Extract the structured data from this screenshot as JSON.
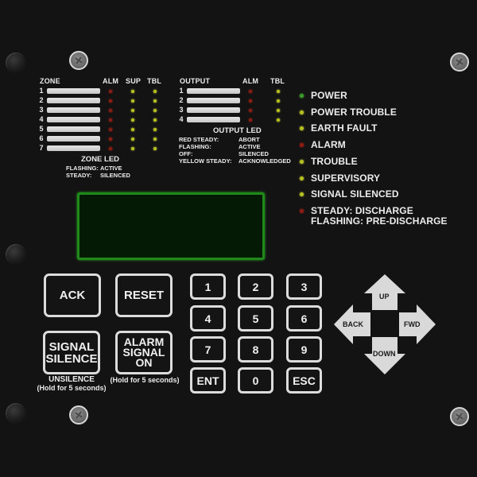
{
  "panel": {
    "background": "#131313",
    "bar_color": "#d8d8d8",
    "lcd_border_color": "#1f8a1a",
    "led_colors": {
      "red": "#c0261a",
      "yellow": "#d6e040",
      "green": "#4fcf3a"
    }
  },
  "zones": {
    "headers": {
      "zone": "ZONE",
      "alm": "ALM",
      "sup": "SUP",
      "tbl": "TBL"
    },
    "rows": [
      {
        "num": "1"
      },
      {
        "num": "2"
      },
      {
        "num": "3"
      },
      {
        "num": "4"
      },
      {
        "num": "5"
      },
      {
        "num": "6"
      },
      {
        "num": "7"
      }
    ],
    "legend": {
      "title": "ZONE LED",
      "lines": [
        {
          "state": "FLASHING:",
          "meaning": "ACTIVE"
        },
        {
          "state": "STEADY:",
          "meaning": "SILENCED"
        }
      ]
    }
  },
  "outputs": {
    "headers": {
      "output": "OUTPUT",
      "alm": "ALM",
      "tbl": "TBL"
    },
    "rows": [
      {
        "num": "1"
      },
      {
        "num": "2"
      },
      {
        "num": "3"
      },
      {
        "num": "4"
      }
    ],
    "legend": {
      "title": "OUTPUT LED",
      "lines": [
        {
          "state": "RED STEADY:",
          "meaning": "ABORT"
        },
        {
          "state": "FLASHING:",
          "meaning": "ACTIVE"
        },
        {
          "state": "OFF:",
          "meaning": "SILENCED"
        },
        {
          "state": "YELLOW STEADY:",
          "meaning": "ACKNOWLEDGED"
        }
      ]
    }
  },
  "status_leds": [
    {
      "label": "POWER",
      "color": "green"
    },
    {
      "label": "POWER TROUBLE",
      "color": "yellow"
    },
    {
      "label": "EARTH FAULT",
      "color": "yellow"
    },
    {
      "label": "ALARM",
      "color": "red"
    },
    {
      "label": "TROUBLE",
      "color": "yellow"
    },
    {
      "label": "SUPERVISORY",
      "color": "yellow"
    },
    {
      "label": "SIGNAL SILENCED",
      "color": "yellow"
    },
    {
      "label": "STEADY: DISCHARGE",
      "label2": "FLASHING: PRE-DISCHARGE",
      "color": "red"
    }
  ],
  "lcd": {
    "text": ""
  },
  "buttons": {
    "ack": "ACK",
    "reset": "RESET",
    "signal_silence": {
      "line1": "SIGNAL",
      "line2": "SILENCE",
      "caption1": "UNSILENCE",
      "caption2": "(Hold for 5 seconds)"
    },
    "alarm_signal_on": {
      "line1": "ALARM",
      "line2": "SIGNAL",
      "line3": "ON",
      "caption": "(Hold for 5 seconds)"
    }
  },
  "keypad": {
    "keys": [
      "1",
      "2",
      "3",
      "4",
      "5",
      "6",
      "7",
      "8",
      "9",
      "ENT",
      "0",
      "ESC"
    ]
  },
  "nav": {
    "up": "UP",
    "down": "DOWN",
    "back": "BACK",
    "fwd": "FWD"
  }
}
